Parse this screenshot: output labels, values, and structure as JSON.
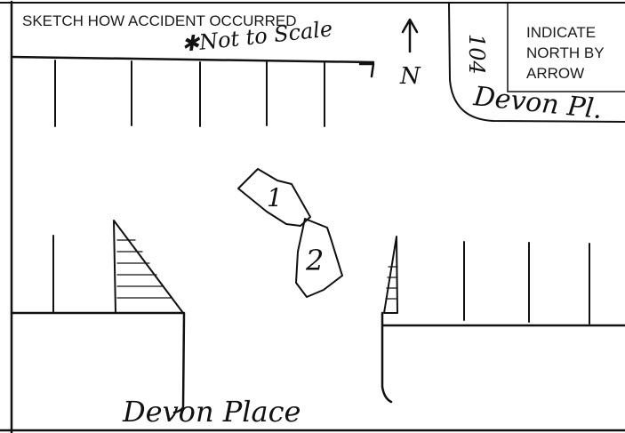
{
  "form": {
    "sketch_header": "SKETCH HOW ACCIDENT OCCURRED",
    "indicate_north_lines": [
      "INDICATE",
      "NORTH BY",
      "ARROW"
    ]
  },
  "handwriting": {
    "scale_note": "✱Not to Scale",
    "north_letter": "N",
    "street_top_right": "Devon Pl.",
    "street_bottom": "Devon Place",
    "vertical_number": "104",
    "vehicle_1": "1",
    "vehicle_2": "2"
  },
  "colors": {
    "ink": "#111111",
    "paper": "#ffffff"
  }
}
